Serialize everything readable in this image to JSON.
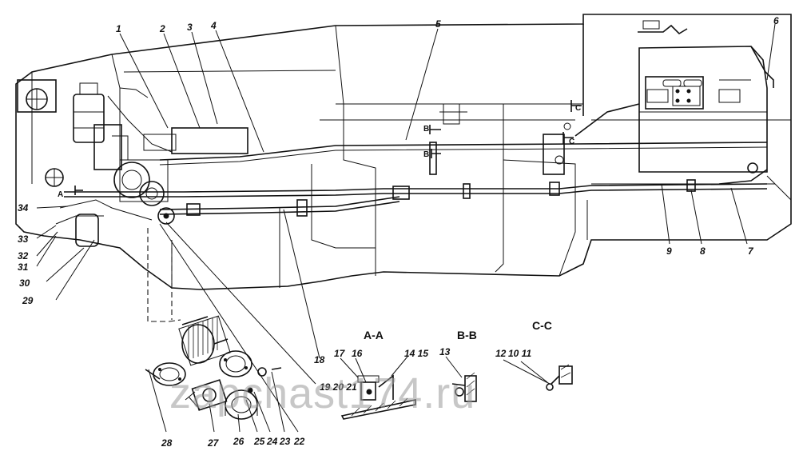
{
  "diagram": {
    "callouts": {
      "n1": "1",
      "n2": "2",
      "n3": "3",
      "n4": "4",
      "n5": "5",
      "n6": "6",
      "n7": "7",
      "n8": "8",
      "n9": "9",
      "n10_11": "10 11",
      "n12": "12",
      "n13": "13",
      "n14_15": "14 15",
      "n16": "16",
      "n17": "17",
      "n18": "18",
      "n19_20_21": "19 20 21",
      "n22": "22",
      "n23": "23",
      "n24": "24",
      "n25": "25",
      "n26": "26",
      "n27": "27",
      "n28": "28",
      "n29": "29",
      "n30": "30",
      "n31": "31",
      "n32": "32",
      "n33": "33",
      "n34": "34"
    },
    "sections": {
      "aa": "А-А",
      "bb": "В-В",
      "cc": "С-С"
    },
    "section_marks": {
      "a": "А",
      "b": "В",
      "c": "С"
    },
    "watermark": "zapchast174.ru"
  }
}
